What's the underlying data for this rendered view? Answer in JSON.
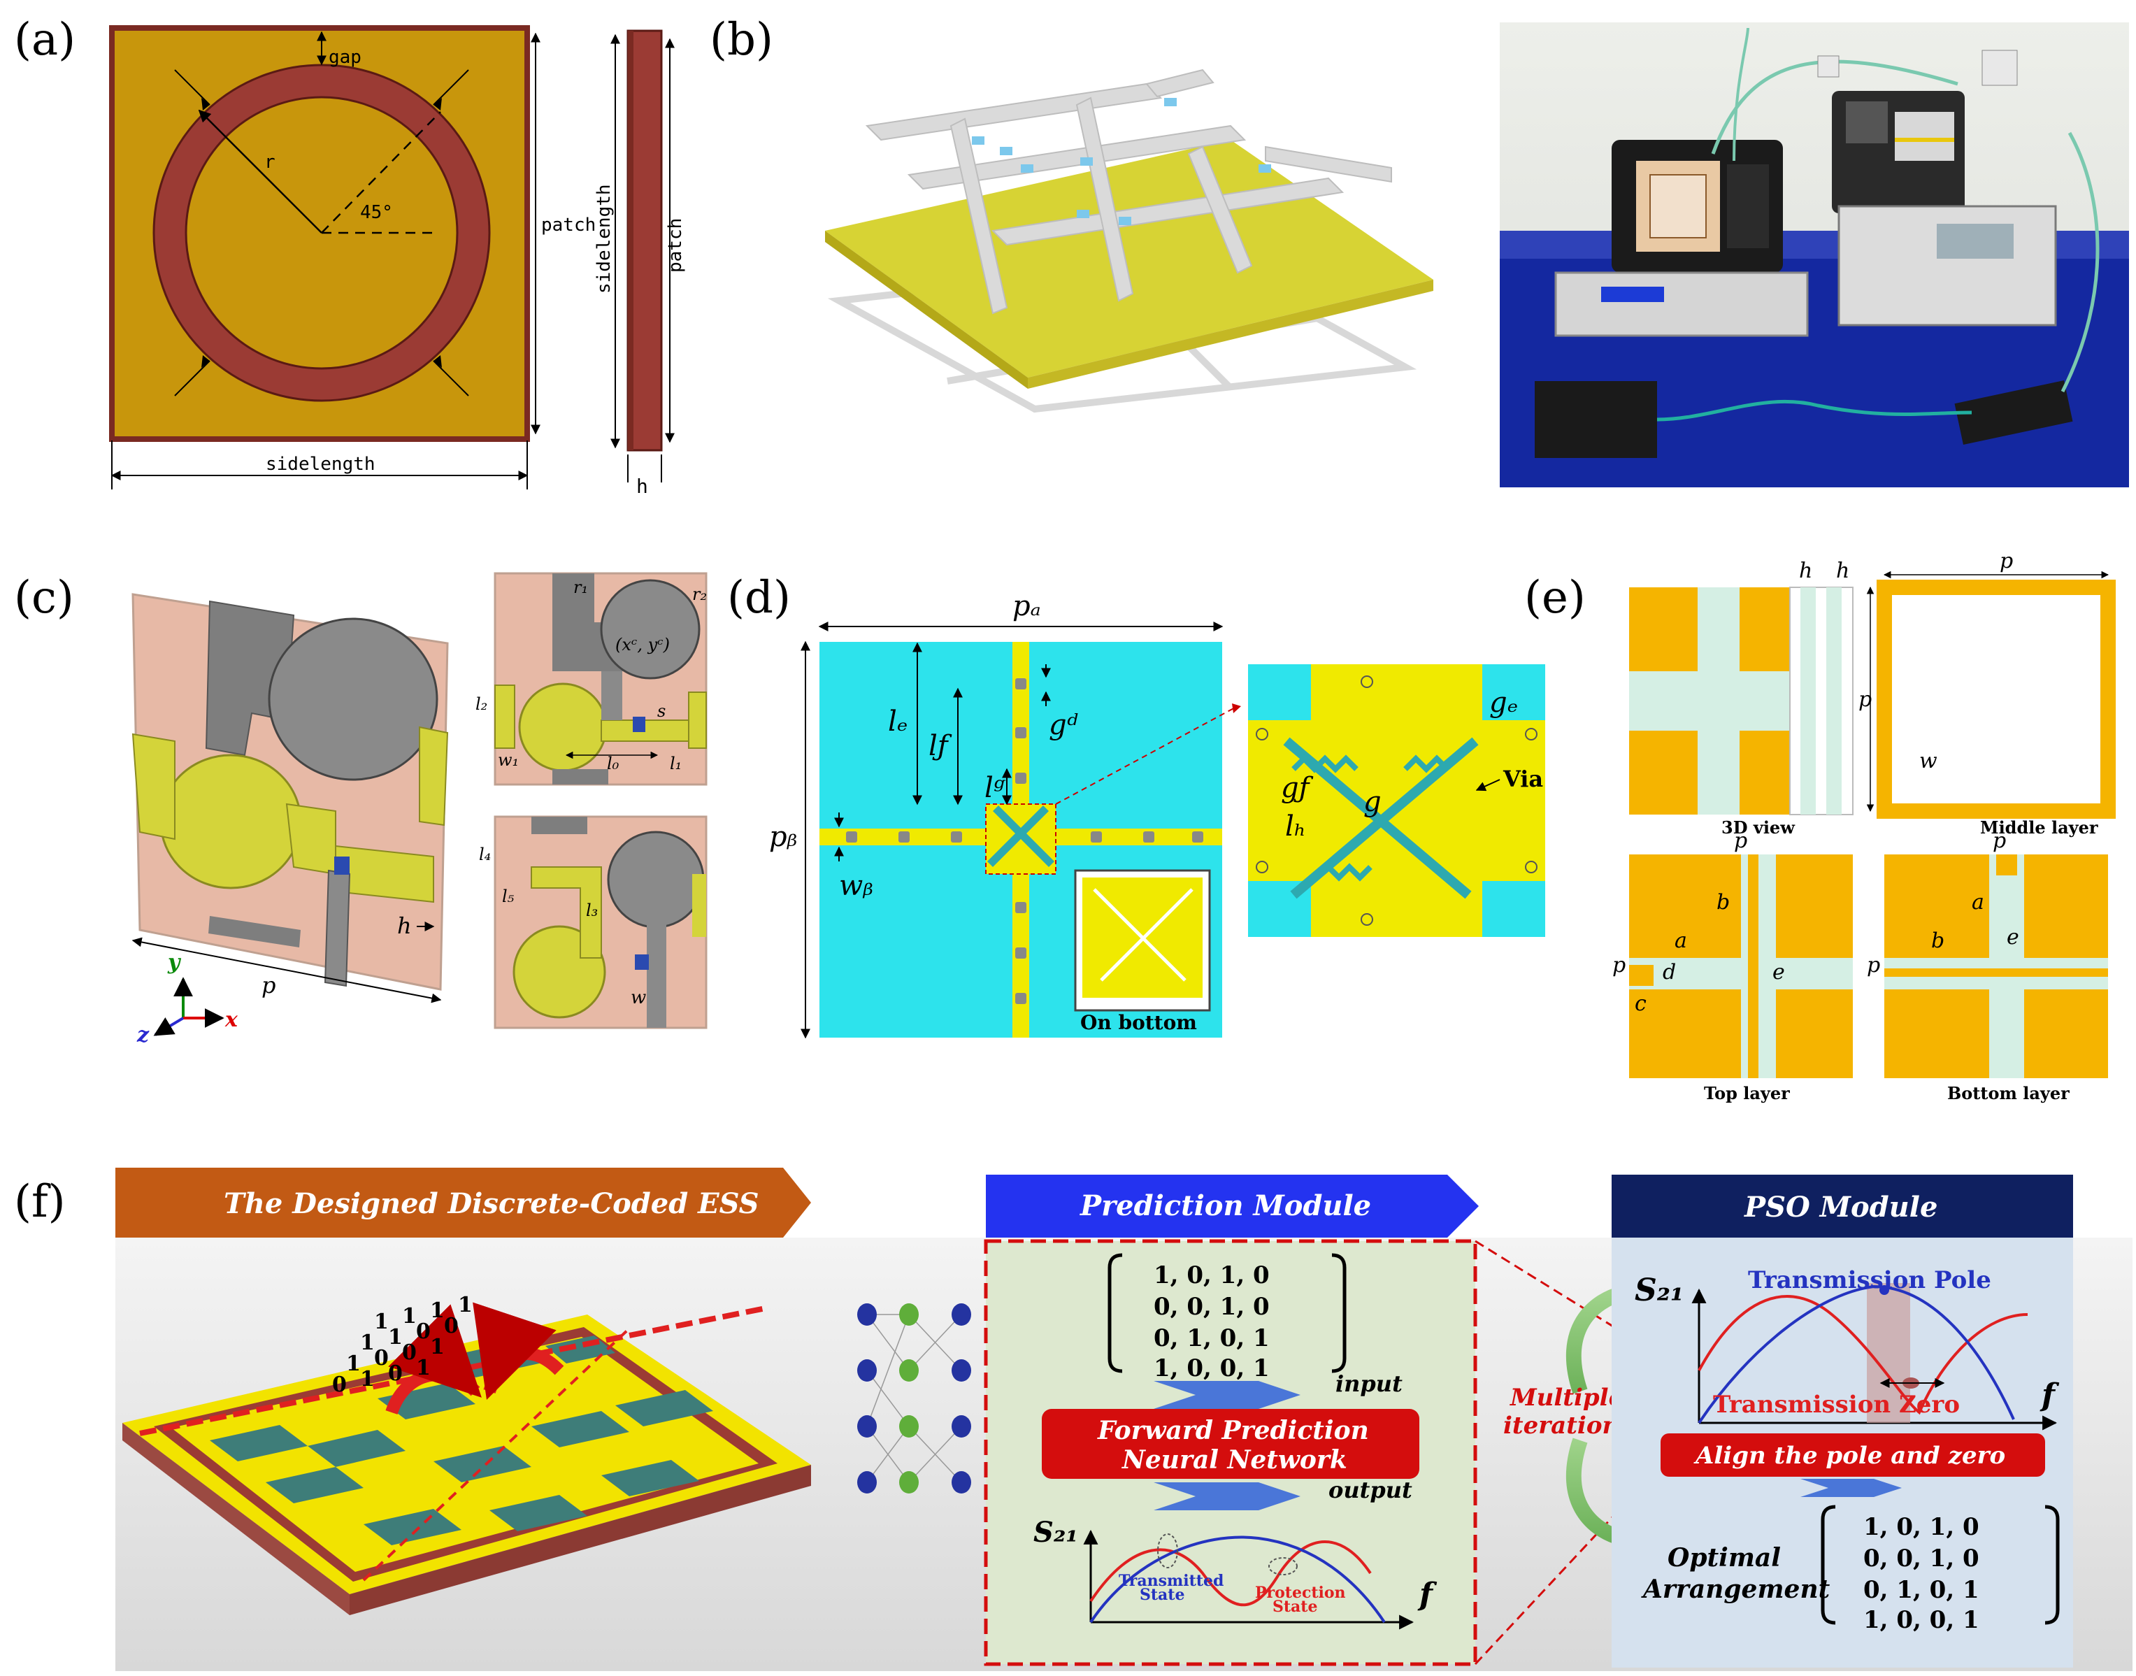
{
  "panels": {
    "a": {
      "label": "(a)",
      "gap": "gap",
      "r": "r",
      "angle": "45°",
      "patch_label_1": "patch",
      "patch_label_2": "patch",
      "sidelength_v": "sidelength",
      "sidelength_h": "sidelength",
      "h": "h"
    },
    "b": {
      "label": "(b)"
    },
    "c": {
      "label": "(c)",
      "r1": "r₁",
      "r2": "r₂",
      "xcyc": "(xᶜ, yᶜ)",
      "l2": "l₂",
      "w1": "w₁",
      "s": "s",
      "l0": "l₀",
      "l1": "l₁",
      "l4": "l₄",
      "l5": "l₅",
      "l3": "l₃",
      "w": "w",
      "h": "h",
      "p": "p",
      "axis_y": "y",
      "axis_z": "z",
      "axis_x": "x"
    },
    "d": {
      "label": "(d)",
      "pa": "pₐ",
      "pb": "pᵦ",
      "le": "lₑ",
      "lf": "lƒ",
      "lg": "lᵍ",
      "gd": "gᵈ",
      "wb": "wᵦ",
      "on_bottom": "On bottom",
      "ge": "gₑ",
      "gf": "gƒ",
      "g": "g",
      "lh": "lₕ",
      "via": "Via"
    },
    "e": {
      "label": "(e)",
      "h1": "h",
      "h2": "h",
      "p_top": "p",
      "p_left": "p",
      "w": "w",
      "view3d": "3D view",
      "middle": "Middle layer",
      "top": "Top layer",
      "bottom": "Bottom layer",
      "p_tl": "p",
      "p_tl_left": "p",
      "b_tl": "b",
      "a_tl": "a",
      "d_tl": "d",
      "e_tl": "e",
      "c_tl": "c",
      "p_br": "p",
      "p_br_left": "p",
      "a_br": "a",
      "b_br": "b",
      "e_br": "e"
    },
    "f": {
      "label": "(f)",
      "banner1": "The Designed Discrete-Coded ESS",
      "banner2": "Prediction Module",
      "banner3": "PSO Module",
      "matrix_rows": [
        "1,  0,  1,  0",
        "0,  0,  1,  0",
        "0,  1,  0,  1",
        "1,  0,  0,  1"
      ],
      "input": "input",
      "output": "output",
      "fpnn_line1": "Forward Prediction",
      "fpnn_line2": "Neural Network",
      "s21": "S₂₁",
      "f_axis": "f",
      "transmitted_1": "Transmitted",
      "transmitted_2": "State",
      "protection_1": "Protection",
      "protection_2": "State",
      "multiple_1": "Multiple",
      "multiple_2": "iterations",
      "s21_pso": "S₂₁",
      "pole": "Transmission Pole",
      "zero": "Transmission Zero",
      "f_pso": "f",
      "align": "Align the pole and zero",
      "optimal_1": "Optimal",
      "optimal_2": "Arrangement",
      "opt_rows": [
        "1,  0,  1,  0",
        "0,  0,  1,  0",
        "0,  1,  0,  1",
        "1,  0,  0,  1"
      ],
      "board_bits": [
        "1",
        "1",
        "1",
        "1",
        "1",
        "1",
        "0",
        "0",
        "1",
        "0",
        "0",
        "1",
        "0",
        "1",
        "0",
        "1"
      ]
    }
  },
  "colors": {
    "gold": "#C8960C",
    "brick": "#9B3B34",
    "yellow": "#F2E300",
    "teal": "#3E7D79",
    "cyan": "#2DE3EC",
    "orange_e": "#F5B400",
    "mint": "#D5EFE4",
    "banner_orange": "#C25A14",
    "banner_blue": "#2433F0",
    "banner_navy": "#0F2060",
    "red_box": "#D40D0D"
  }
}
